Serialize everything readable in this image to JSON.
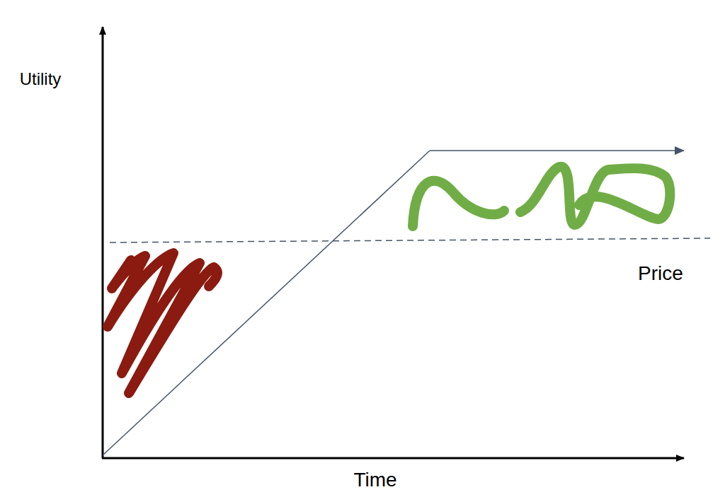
{
  "diagram": {
    "labels": [
      "Utility",
      "Price",
      "Time"
    ]
  }
}
